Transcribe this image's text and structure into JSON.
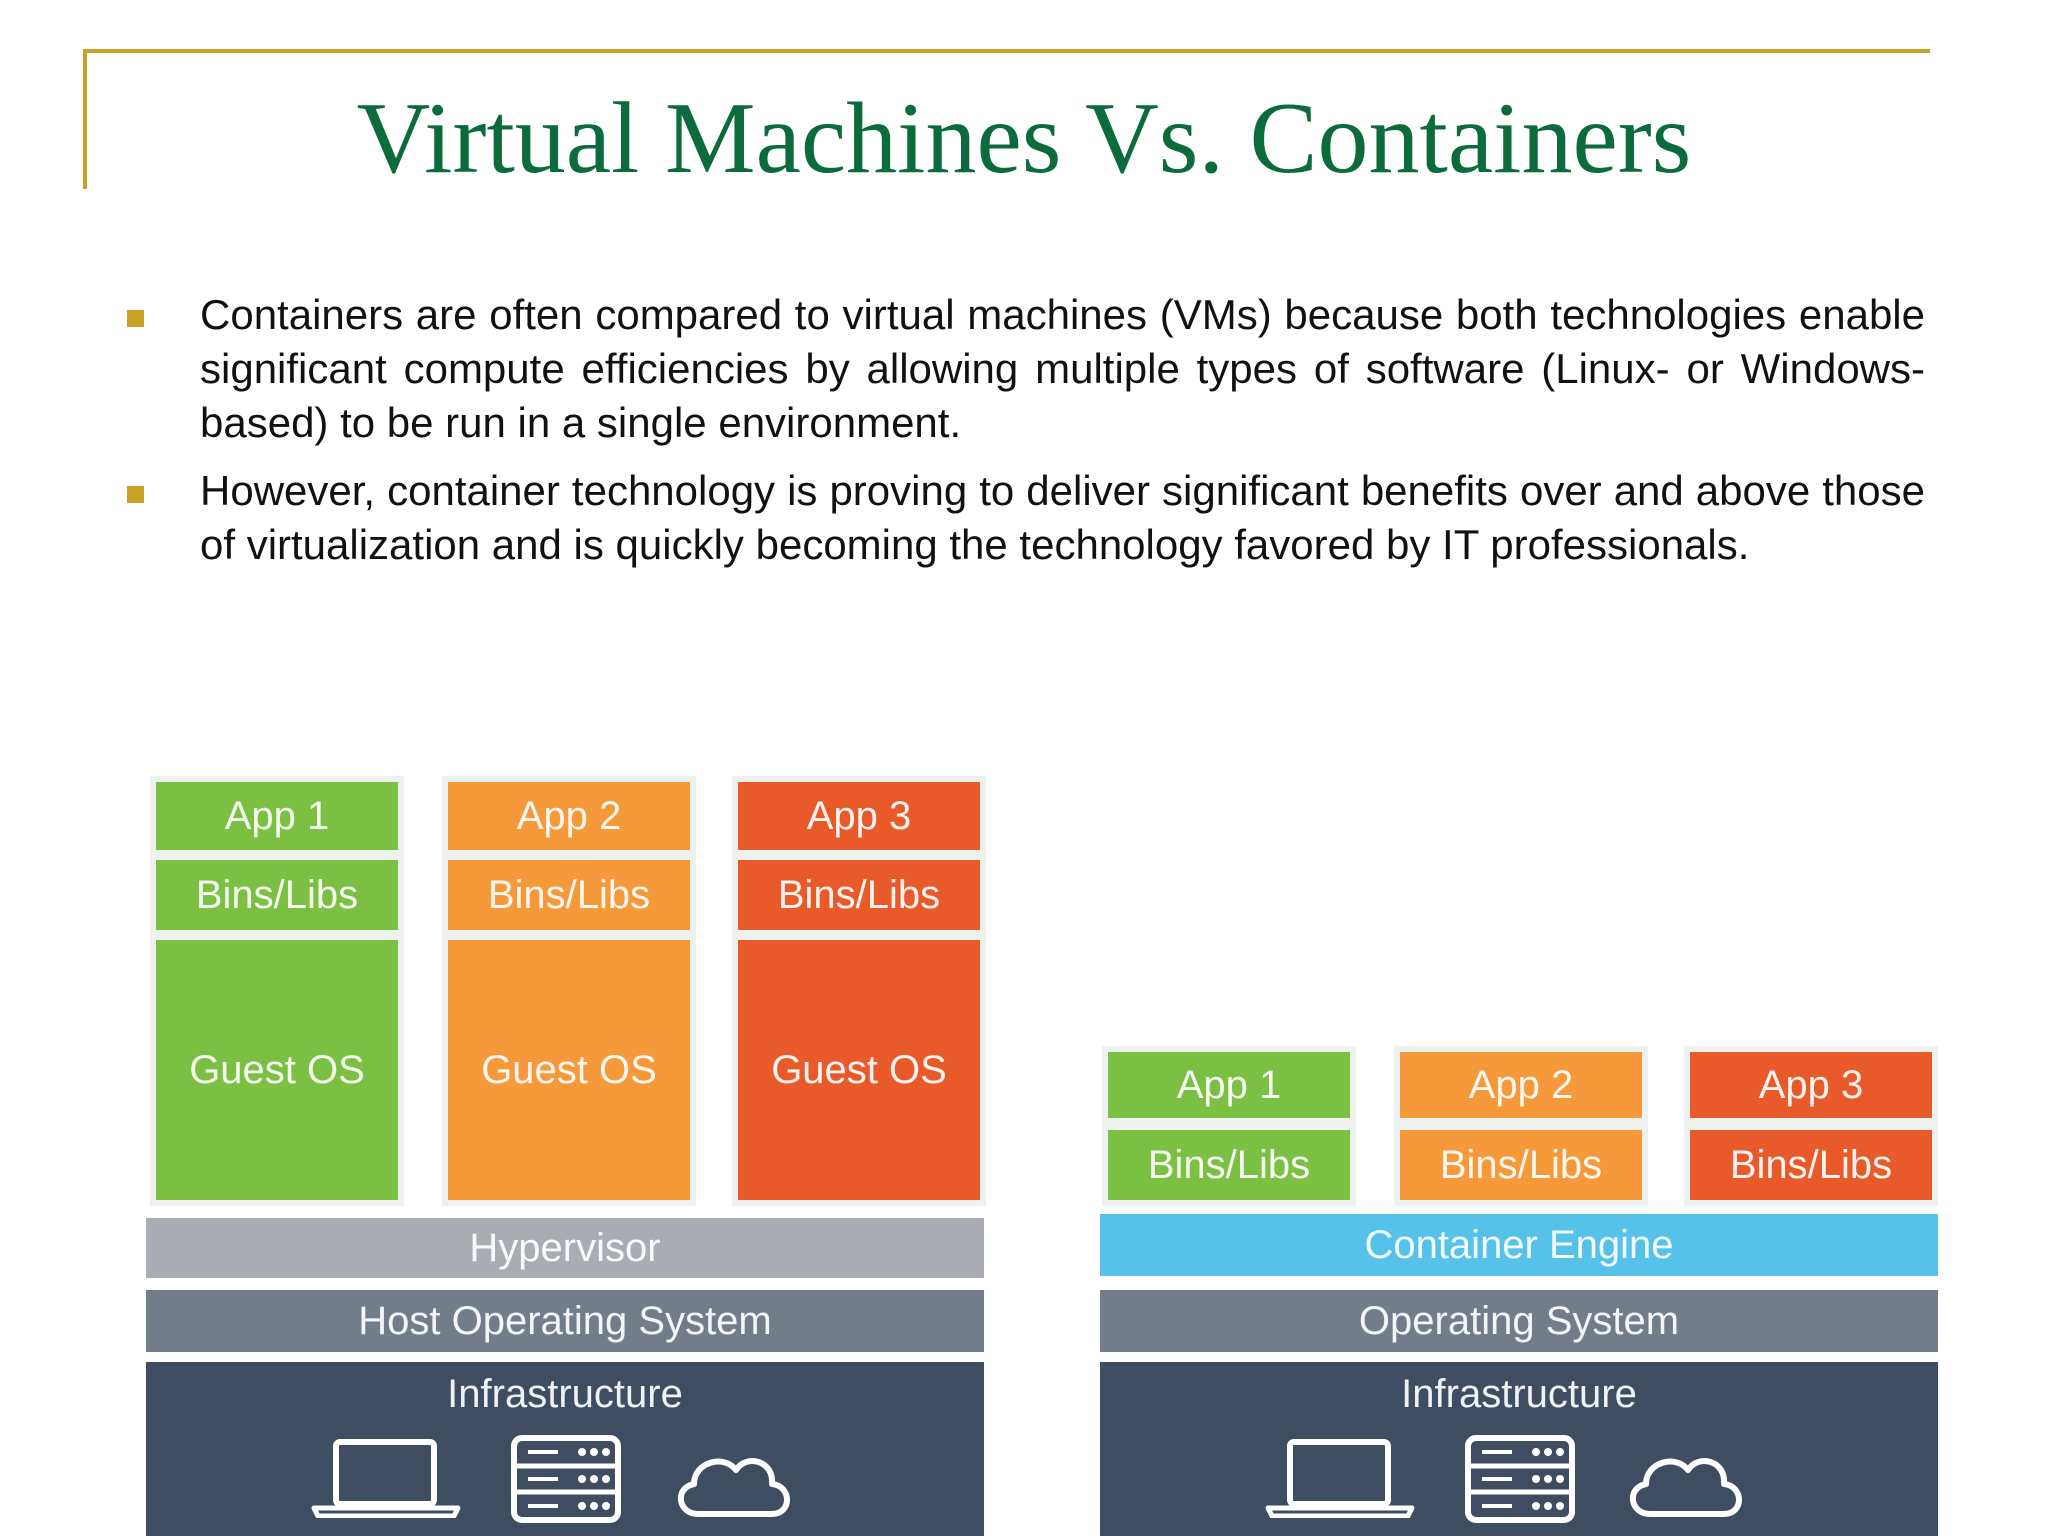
{
  "title": "Virtual Machines Vs. Containers",
  "bullets": [
    "Containers are often compared to virtual machines (VMs) because both technologies enable significant compute efficiencies by allowing multiple types of software (Linux- or Windows-based) to be run in a single environment.",
    "However, container technology is proving to deliver significant benefits over and above those of virtualization and is quickly becoming the technology favored by IT professionals."
  ],
  "colors": {
    "accent": "#c9a227",
    "title": "#0b6b3a",
    "green": "#7cc043",
    "orange": "#f5993a",
    "red": "#e85a2a",
    "hypervisor": "#a9adb3",
    "host_os": "#737c89",
    "infrastructure": "#3f4d63",
    "container_engine": "#56c2ea"
  },
  "vm_stack": {
    "apps": [
      {
        "app": "App 1",
        "libs": "Bins/Libs",
        "os": "Guest OS",
        "color": "green"
      },
      {
        "app": "App 2",
        "libs": "Bins/Libs",
        "os": "Guest OS",
        "color": "orange"
      },
      {
        "app": "App 3",
        "libs": "Bins/Libs",
        "os": "Guest OS",
        "color": "red"
      }
    ],
    "hypervisor": "Hypervisor",
    "host_os": "Host Operating System",
    "infrastructure": "Infrastructure",
    "icons": [
      "laptop-icon",
      "server-icon",
      "cloud-icon"
    ]
  },
  "container_stack": {
    "apps": [
      {
        "app": "App 1",
        "libs": "Bins/Libs",
        "color": "green"
      },
      {
        "app": "App 2",
        "libs": "Bins/Libs",
        "color": "orange"
      },
      {
        "app": "App 3",
        "libs": "Bins/Libs",
        "color": "red"
      }
    ],
    "engine": "Container Engine",
    "os": "Operating System",
    "infrastructure": "Infrastructure",
    "icons": [
      "laptop-icon",
      "server-icon",
      "cloud-icon"
    ]
  }
}
